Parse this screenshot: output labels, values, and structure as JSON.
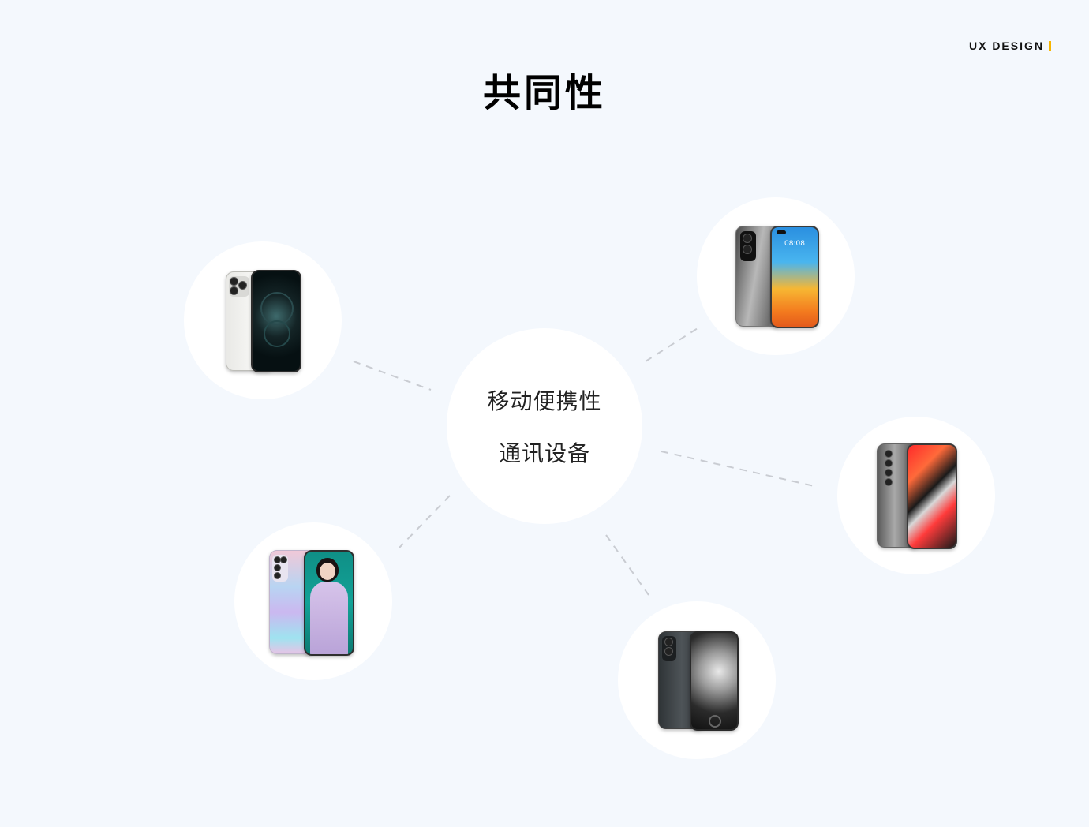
{
  "header": {
    "brand": "UX DESIGN",
    "title": "共同性"
  },
  "center": {
    "line1": "移动便携性",
    "line2": "通讯设备"
  },
  "huawei_screen_time": "08:08"
}
